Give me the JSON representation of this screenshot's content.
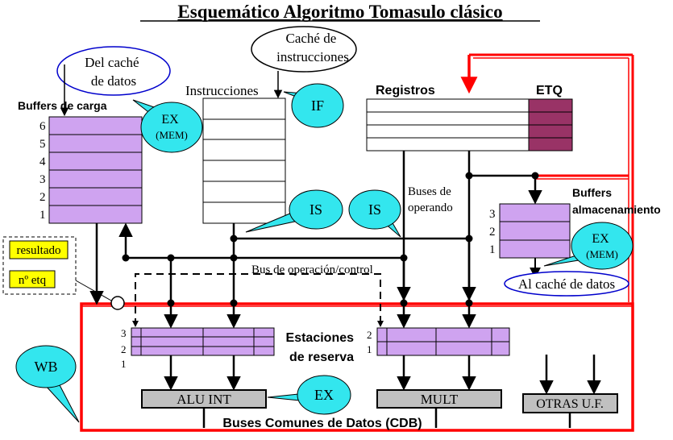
{
  "title": "Esquemático Algoritmo Tomasulo clásico",
  "callouts": {
    "cache_datos": [
      "Del caché",
      "de datos"
    ],
    "cache_instr": [
      "Caché de",
      "instrucciones"
    ],
    "al_cache": "Al caché de datos",
    "ex_mem_1": [
      "EX",
      "(MEM)"
    ],
    "ex_mem_2": [
      "EX",
      "(MEM)"
    ],
    "if": "IF",
    "is_1": "IS",
    "is_2": "IS",
    "wb": "WB",
    "ex": "EX"
  },
  "labels": {
    "instrucciones": "Instrucciones",
    "registros": "Registros",
    "etq": "ETQ",
    "buffers_carga": "Buffers de carga",
    "buffers_alm": [
      "Buffers",
      "almacenamiento"
    ],
    "buses_operando": [
      "Buses de",
      "operando"
    ],
    "bus_op_control": "Bus de operación/control",
    "estaciones": [
      "Estaciones",
      "de reserva"
    ],
    "cdb": "Buses Comunes de Datos (CDB)",
    "resultado": "resultado",
    "n_etq": "nº etq"
  },
  "load_buffer_rows": [
    "6",
    "5",
    "4",
    "3",
    "2",
    "1"
  ],
  "store_buffer_rows": [
    "3",
    "2",
    "1"
  ],
  "rs_int_rows": [
    "3",
    "2",
    "1"
  ],
  "rs_mult_rows": [
    "2",
    "1"
  ],
  "units": {
    "alu": "ALU INT",
    "mult": "MULT",
    "otras": "OTRAS U.F."
  },
  "colors": {
    "buffer_fill": "#cfa3f0",
    "callout_fill": "#33e6ee",
    "etq_fill": "#993366",
    "cdb_red": "#ff0000",
    "unit_fill": "#c0c0c0",
    "note_fill": "#ffff00"
  }
}
